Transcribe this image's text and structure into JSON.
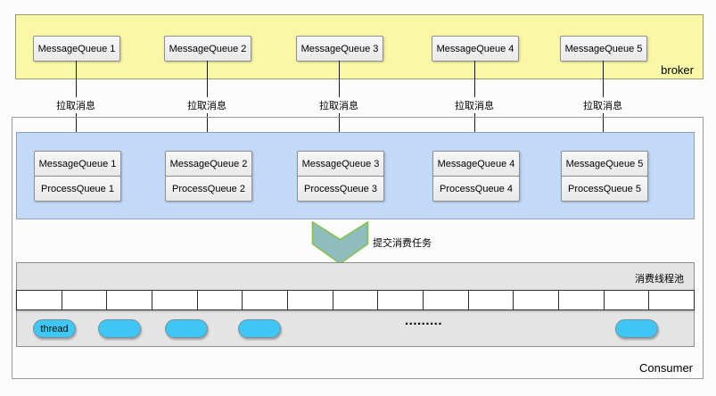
{
  "broker": {
    "label": "broker",
    "queues": [
      {
        "label": "MessageQueue 1"
      },
      {
        "label": "MessageQueue 2"
      },
      {
        "label": "MessageQueue 3"
      },
      {
        "label": "MessageQueue 4"
      },
      {
        "label": "MessageQueue 5"
      }
    ]
  },
  "pull_arrow_label": "拉取消息",
  "consumer": {
    "label": "Consumer",
    "queue_pairs": [
      {
        "message_queue": "MessageQueue 1",
        "process_queue": "ProcessQueue 1"
      },
      {
        "message_queue": "MessageQueue 2",
        "process_queue": "ProcessQueue 2"
      },
      {
        "message_queue": "MessageQueue 3",
        "process_queue": "ProcessQueue 3"
      },
      {
        "message_queue": "MessageQueue 4",
        "process_queue": "ProcessQueue 4"
      },
      {
        "message_queue": "MessageQueue 5",
        "process_queue": "ProcessQueue 5"
      }
    ],
    "submit_arrow_label": "提交消费任务",
    "thread_pool": {
      "label": "消费线程池",
      "cell_count": 15,
      "thread_pill_label": "thread",
      "ellipsis": "........."
    }
  },
  "colors": {
    "page_bg": "#FCFCFC",
    "broker_bg": "#F8F8A6",
    "queue_area_bg": "#C2DAF8",
    "thread_pool_bg": "#E4E4E4",
    "thread_pill_fill": "#3EC7F4",
    "submit_arrow_fill": "#8FBDBD",
    "submit_arrow_border": "#85C24F",
    "box_border": "#8F8F8F",
    "arrow_line": "#1A1A1A"
  }
}
